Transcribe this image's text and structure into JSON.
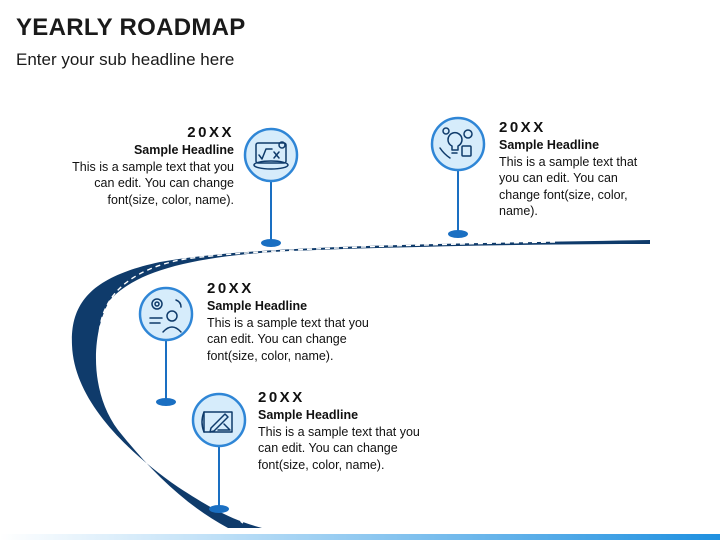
{
  "header": {
    "title": "YEARLY ROADMAP",
    "subtitle": "Enter your sub headline here"
  },
  "milestones": [
    {
      "year": "20XX",
      "headline": "Sample Headline",
      "body": [
        "This is a sample text that you",
        "can edit. You can change",
        "font(size, color, name)."
      ],
      "icon": "math-formula-icon"
    },
    {
      "year": "20XX",
      "headline": "Sample Headline",
      "body": [
        "This is a sample text that",
        "you can edit. You can",
        "change font(size, color,",
        "name)."
      ],
      "icon": "idea-gears-icon"
    },
    {
      "year": "20XX",
      "headline": "Sample Headline",
      "body": [
        "This is a sample text that you",
        "can edit. You can change",
        "font(size, color, name)."
      ],
      "icon": "person-settings-icon"
    },
    {
      "year": "20XX",
      "headline": "Sample Headline",
      "body": [
        "This is a sample text that you",
        "can edit. You can change",
        "font(size, color, name)."
      ],
      "icon": "blueprint-pencil-icon"
    }
  ],
  "colors": {
    "road": "#0f3b6b",
    "pin": "#1a6fc2",
    "circle_fill": "#d6ecfb",
    "circle_stroke": "#2f86d6",
    "accent": "#1e90e0"
  }
}
